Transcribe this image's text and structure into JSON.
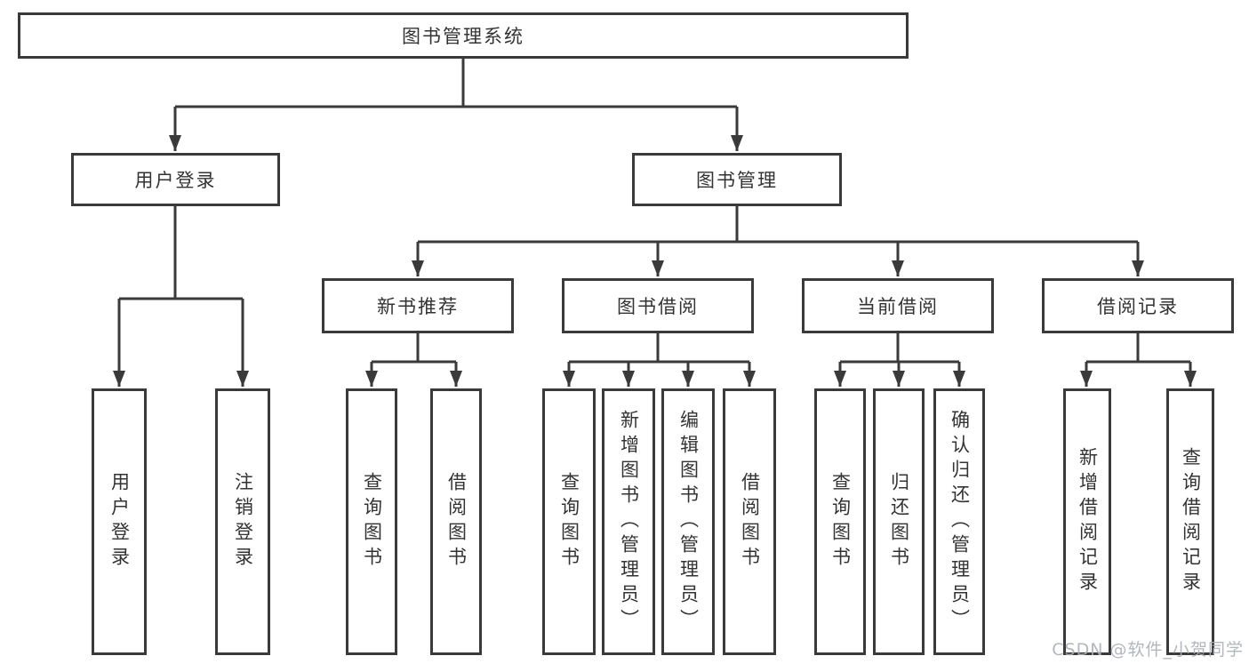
{
  "colors": {
    "line": "#3a3a3a",
    "box_border": "#3a3a3a",
    "box_background": "#ffffff",
    "text": "#333333",
    "watermark_text": "#aab0b6"
  },
  "watermark": {
    "text": "CSDN @软件_小贺同学"
  },
  "tree": {
    "label": "图书管理系统",
    "children": [
      {
        "label": "用户登录",
        "children": [
          {
            "label": "用户登录"
          },
          {
            "label": "注销登录"
          }
        ]
      },
      {
        "label": "图书管理",
        "children": [
          {
            "label": "新书推荐",
            "children": [
              {
                "label": "查询图书"
              },
              {
                "label": "借阅图书"
              }
            ]
          },
          {
            "label": "图书借阅",
            "children": [
              {
                "label": "查询图书"
              },
              {
                "label": "新增图书（管理员）"
              },
              {
                "label": "编辑图书（管理员）"
              },
              {
                "label": "借阅图书"
              }
            ]
          },
          {
            "label": "当前借阅",
            "children": [
              {
                "label": "查询图书"
              },
              {
                "label": "归还图书"
              },
              {
                "label": "确认归还（管理员）"
              }
            ]
          },
          {
            "label": "借阅记录",
            "children": [
              {
                "label": "新增借阅记录"
              },
              {
                "label": "查询借阅记录"
              }
            ]
          }
        ]
      }
    ]
  }
}
